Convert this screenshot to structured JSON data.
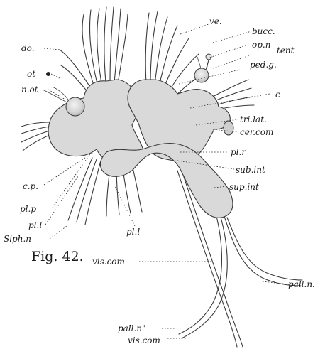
{
  "figure": {
    "caption": "Fig. 42.",
    "labels": {
      "ve": "ve.",
      "bucc": "bucc.",
      "op_n": "op.n",
      "tent": "tent",
      "ped_g": "ped.g.",
      "c": "c",
      "do": "do.",
      "ot": "ot",
      "n_ot": "n.ot",
      "tri_lat": "tri.lat.",
      "cer_com": "cer.com",
      "pl_r": "pl.r",
      "sub_int": "sub.int",
      "sup_int": "sup.int",
      "c_p": "c.p.",
      "pl_p": "pl.p",
      "pl_l_left": "pl.l",
      "siph_n": "Siph.n",
      "pl_l_center": "pl.l",
      "vis_com_top": "vis.com",
      "pall_n": "pall.n.",
      "pall_n2": "pall.n\"",
      "vis_com_bottom": "vis.com"
    }
  }
}
